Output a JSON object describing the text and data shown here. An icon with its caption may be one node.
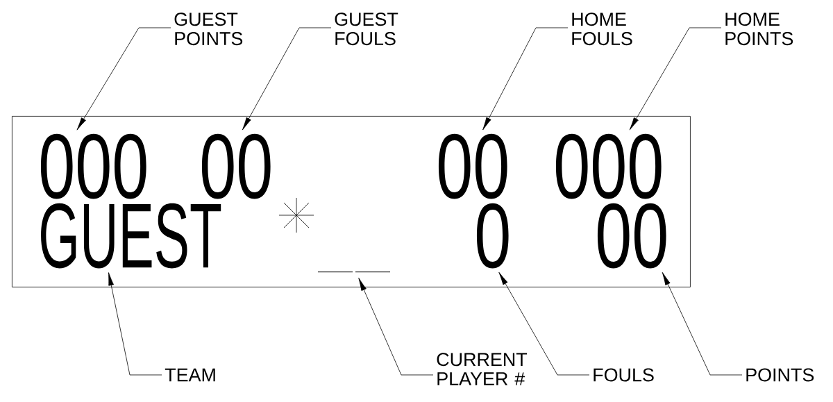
{
  "diagram": {
    "nodes": [
      {
        "text": [],
        "shape": "box"
      },
      {
        "text": [
          "000"
        ],
        "in": 0
      },
      {
        "text": [
          "00"
        ],
        "in": 0
      },
      {
        "text": [
          "00"
        ],
        "in": 0
      },
      {
        "text": [
          "000"
        ],
        "in": 0
      },
      {
        "text": [
          "GUEST"
        ],
        "in": 0
      },
      {
        "text": [],
        "shape": "bar",
        "in": 0
      },
      {
        "text": [
          "0"
        ],
        "in": 0
      },
      {
        "text": [
          "00"
        ],
        "in": 0
      },
      {
        "text": [
          "GUEST POINTS"
        ]
      },
      {
        "text": [
          "GUEST FOULS"
        ]
      },
      {
        "text": [
          "HOME FOULS"
        ]
      },
      {
        "text": [
          "HOME POINTS"
        ]
      },
      {
        "text": [
          "TEAM"
        ]
      },
      {
        "text": [
          "CURRENT PLAYER #"
        ]
      },
      {
        "text": [
          "FOULS"
        ]
      },
      {
        "text": [
          "POINTS"
        ]
      }
    ],
    "edges": [
      {
        "from": 9,
        "to": 1,
        "arrow": "to"
      },
      {
        "from": 10,
        "to": 2,
        "arrow": "to"
      },
      {
        "from": 11,
        "to": 3,
        "arrow": "to"
      },
      {
        "from": 12,
        "to": 4,
        "arrow": "to"
      },
      {
        "from": 13,
        "to": 5,
        "arrow": "to"
      },
      {
        "from": 14,
        "to": 6,
        "arrow": "to"
      },
      {
        "from": 15,
        "to": 7,
        "arrow": "to"
      },
      {
        "from": 16,
        "to": 8,
        "arrow": "to"
      }
    ]
  }
}
